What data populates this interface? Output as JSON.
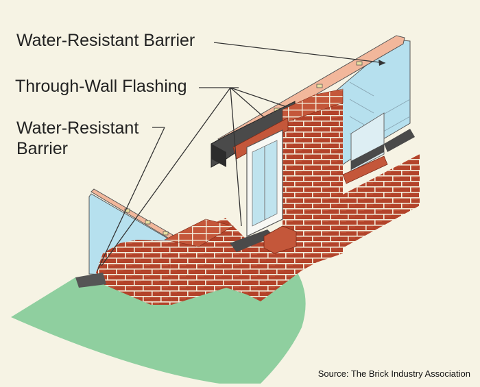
{
  "labels": {
    "water_resistant_barrier_top": "Water-Resistant Barrier",
    "through_wall_flashing": "Through-Wall Flashing",
    "water_resistant_barrier_left_line1": "Water-Resistant",
    "water_resistant_barrier_left_line2": "Barrier"
  },
  "source": "Source: The Brick Industry Association",
  "colors": {
    "background": "#f6f3e4",
    "brick": "#b3432a",
    "mortar": "#f3eedc",
    "barrier": "#b6e0ee",
    "sheathing": "#f2b79b",
    "flashing": "#4a4a4a",
    "ground": "#8fcf9f"
  }
}
